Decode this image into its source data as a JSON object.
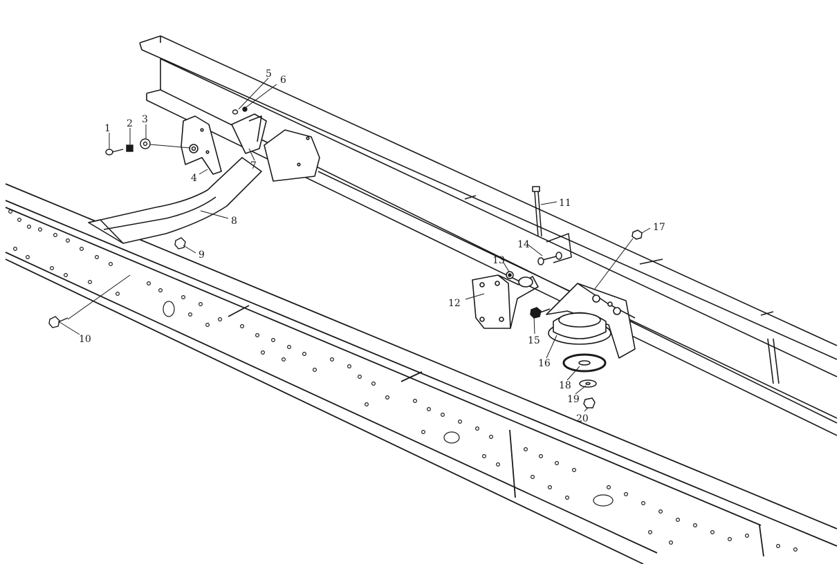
{
  "diagram": {
    "line_color": "#1a1a1a",
    "background": "#ffffff",
    "callouts": [
      {
        "id": "c1",
        "label": "1"
      },
      {
        "id": "c2",
        "label": "2"
      },
      {
        "id": "c3",
        "label": "3"
      },
      {
        "id": "c4",
        "label": "4"
      },
      {
        "id": "c5",
        "label": "5"
      },
      {
        "id": "c6",
        "label": "6"
      },
      {
        "id": "c7",
        "label": "7"
      },
      {
        "id": "c8",
        "label": "8"
      },
      {
        "id": "c9",
        "label": "9"
      },
      {
        "id": "c10",
        "label": "10"
      },
      {
        "id": "c11",
        "label": "11"
      },
      {
        "id": "c12",
        "label": "12"
      },
      {
        "id": "c13",
        "label": "13"
      },
      {
        "id": "c14",
        "label": "14"
      },
      {
        "id": "c15",
        "label": "15"
      },
      {
        "id": "c16",
        "label": "16"
      },
      {
        "id": "c17",
        "label": "17"
      },
      {
        "id": "c18",
        "label": "18"
      },
      {
        "id": "c19",
        "label": "19"
      },
      {
        "id": "c20",
        "label": "20"
      }
    ]
  }
}
